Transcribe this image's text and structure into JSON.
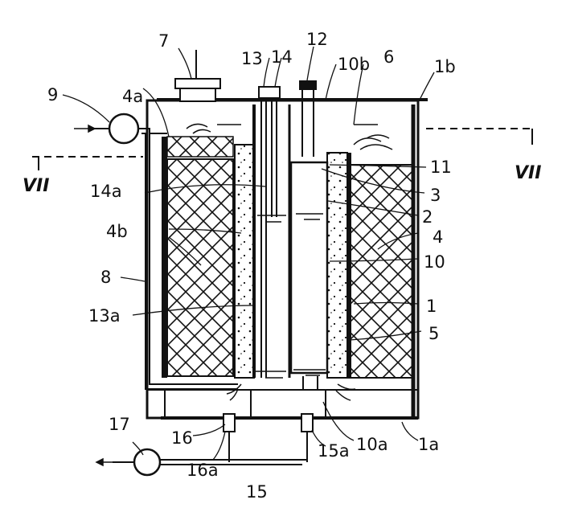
{
  "figure": {
    "labels": {
      "l7": "7",
      "l13": "13",
      "l14": "14",
      "l12": "12",
      "l10b": "10b",
      "l6": "6",
      "l1b": "1b",
      "l9": "9",
      "l4a": "4a",
      "l11": "11",
      "l14a": "14a",
      "l3": "3",
      "l2": "2",
      "l4b": "4b",
      "l4": "4",
      "l10": "10",
      "l8": "8",
      "l1": "1",
      "l13a": "13a",
      "l5": "5",
      "l17": "17",
      "l16": "16",
      "l10a": "10a",
      "l1a": "1a",
      "l15a": "15a",
      "l16a": "16a",
      "l15": "15"
    },
    "section_marks": {
      "left": "VII",
      "right": "VII"
    }
  }
}
